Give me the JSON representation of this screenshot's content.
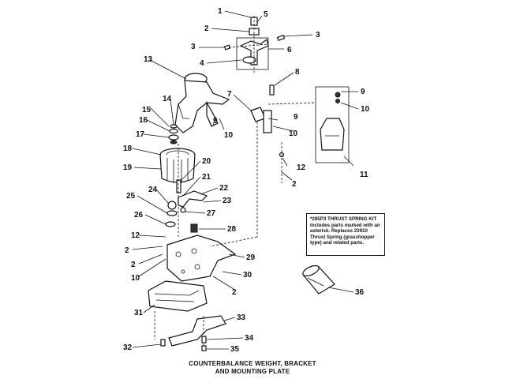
{
  "note": {
    "title": "*285P3 THRUST SPRING KIT",
    "body": "includes parts marked with an asterisk. Replaces 23910 Thrust Spring (grasshopper type) and related parts."
  },
  "caption": {
    "line1": "COUNTERBALANCE WEIGHT, BRACKET",
    "line2": "AND MOUNTING PLATE"
  },
  "callouts": [
    "1",
    "2",
    "3",
    "3",
    "4",
    "5",
    "6",
    "7",
    "8",
    "9",
    "9",
    "9",
    "10",
    "10",
    "10",
    "10",
    "11",
    "12",
    "12",
    "2",
    "2",
    "2",
    "2",
    "13",
    "14",
    "15",
    "16",
    "17",
    "18",
    "19",
    "20",
    "21",
    "22",
    "23",
    "24",
    "25",
    "26",
    "27",
    "28",
    "29",
    "30",
    "31",
    "32",
    "33",
    "34",
    "35",
    "36"
  ]
}
